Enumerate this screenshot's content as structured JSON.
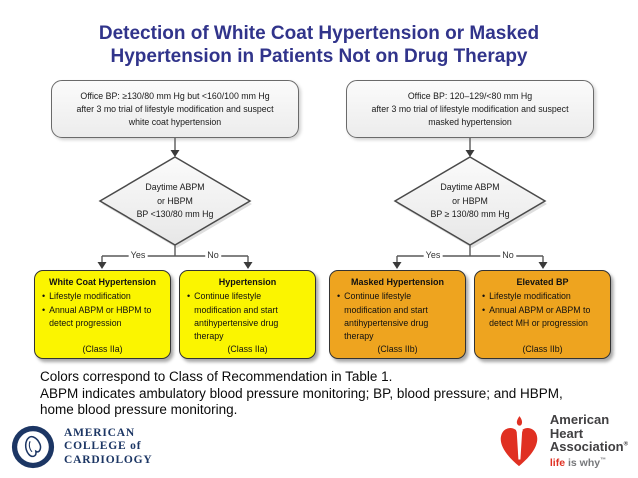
{
  "slide": {
    "title_lines": [
      "Detection of White Coat Hypertension or Masked",
      "Hypertension in Patients Not on Drug Therapy"
    ]
  },
  "colors": {
    "title-blue": "#31348B",
    "box-border": "#6A6A6A",
    "line-gray": "#595959",
    "class-iia-yellow": "#FBF500",
    "class-iib-orange": "#EEA41F",
    "outcome-border": "#333333",
    "acc-navy": "#1C3664",
    "aha-red": "#E03022",
    "aha-gray": "#77787B"
  },
  "flowcharts": [
    {
      "name": "white-coat-hypertension-arm",
      "start_lines": [
        "Office BP: ≥130/80 mm Hg but <160/100 mm Hg",
        "after 3 mo trial of lifestyle modification and suspect",
        "white coat hypertension"
      ],
      "decision_lines": [
        "Daytime ABPM",
        "or HBPM",
        "BP <130/80 mm Hg"
      ],
      "yes_label": "Yes",
      "no_label": "No",
      "outcomes": [
        {
          "title": "White Coat Hypertension",
          "bullets": [
            "Lifestyle modification",
            "Annual ABPM or HBPM to detect progression"
          ],
          "class_label": "(Class IIa)"
        },
        {
          "title": "Hypertension",
          "bullets": [
            "Continue lifestyle modification and start antihypertensive drug therapy"
          ],
          "class_label": "(Class IIa)"
        }
      ]
    },
    {
      "name": "masked-hypertension-arm",
      "start_lines": [
        "Office BP: 120–129/<80 mm Hg",
        "after 3 mo trial of lifestyle modification and suspect",
        "masked hypertension"
      ],
      "decision_lines": [
        "Daytime ABPM",
        "or HBPM",
        "BP ≥ 130/80 mm Hg"
      ],
      "yes_label": "Yes",
      "no_label": "No",
      "outcomes": [
        {
          "title": "Masked Hypertension",
          "bullets": [
            "Continue lifestyle modification and start antihypertensive drug therapy"
          ],
          "class_label": "(Class IIb)"
        },
        {
          "title": "Elevated BP",
          "bullets": [
            "Lifestyle modification",
            "Annual ABPM or ABPM to detect MH or progression"
          ],
          "class_label": "(Class IIb)"
        }
      ]
    }
  ],
  "footnote": {
    "lines": [
      "Colors correspond to Class of Recommendation in Table 1.",
      "ABPM indicates ambulatory blood pressure monitoring; BP, blood pressure; and HBPM,",
      "home blood pressure monitoring."
    ]
  },
  "logos": {
    "acc": {
      "lines": [
        "AMERICAN",
        "COLLEGE of",
        "CARDIOLOGY"
      ]
    },
    "aha": {
      "lines": [
        "American",
        "Heart",
        "Association"
      ],
      "registered": "®",
      "tagline": {
        "life": "life",
        "rest": " is why",
        "tm": "™"
      }
    }
  }
}
